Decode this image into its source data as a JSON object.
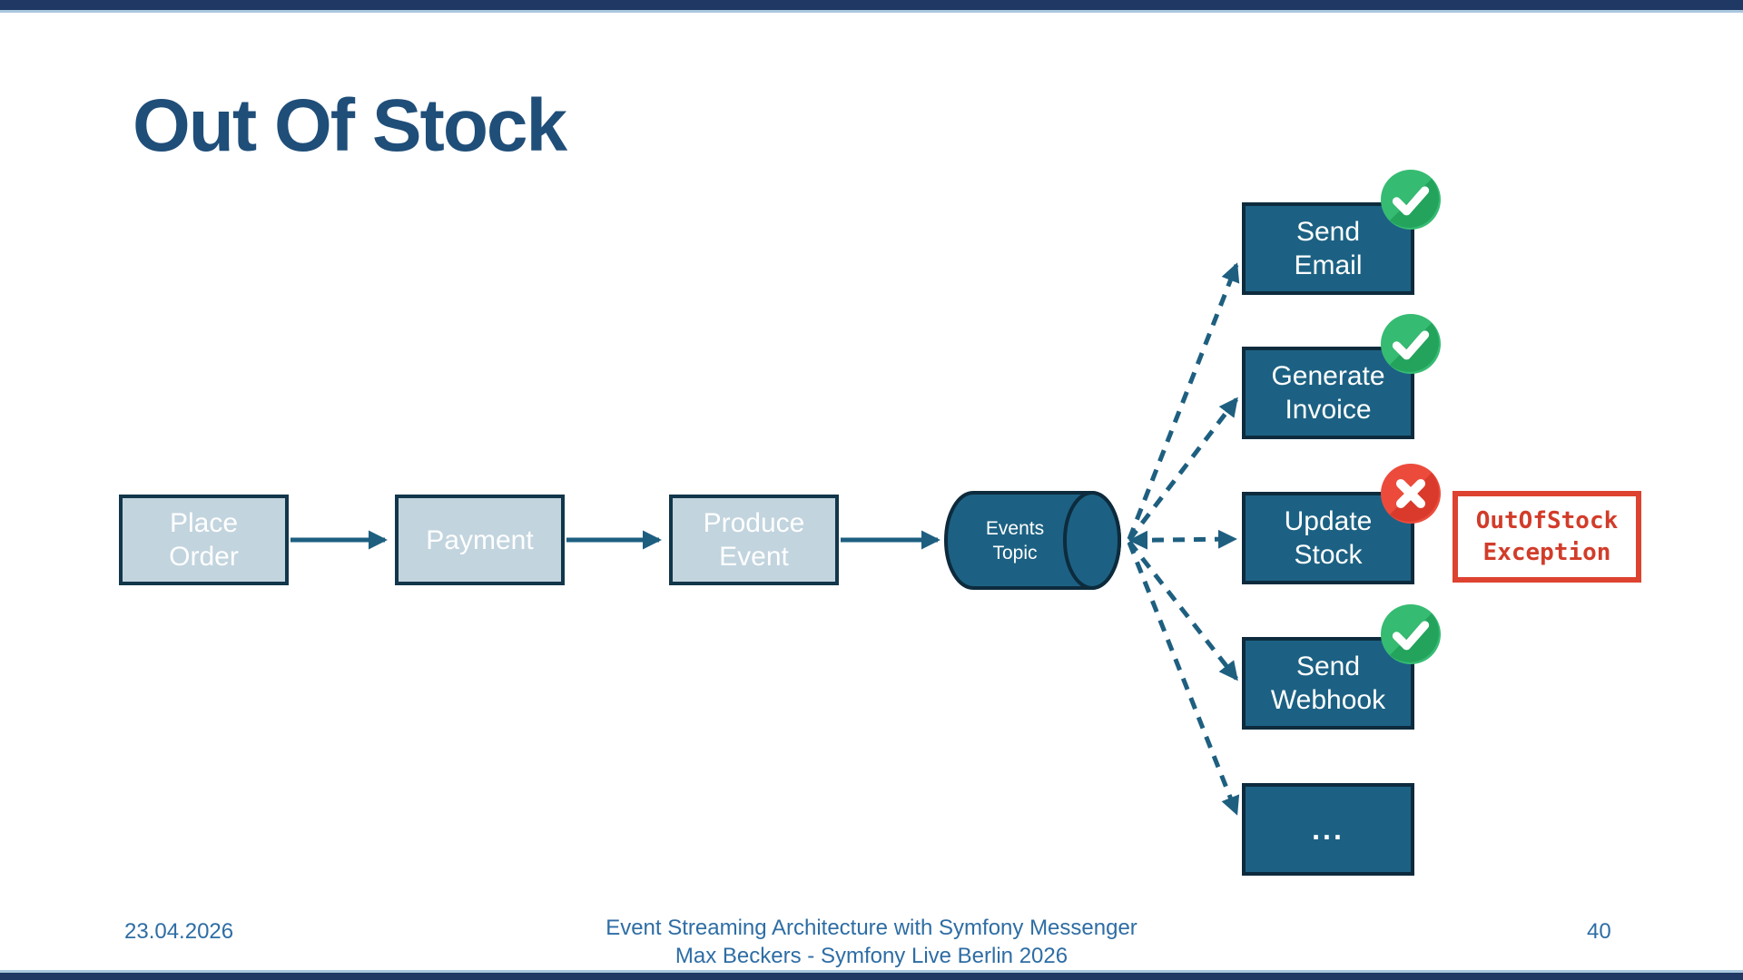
{
  "slide": {
    "title": "Out Of Stock",
    "date": "23.04.2026",
    "footer_line1": "Event Streaming Architecture with Symfony Messenger",
    "footer_line2": "Max Beckers - Symfony Live Berlin 2026",
    "page_number": "40"
  },
  "diagram": {
    "steps": [
      {
        "line1": "Place",
        "line2": "Order"
      },
      {
        "line1": "Payment",
        "line2": ""
      },
      {
        "line1": "Produce",
        "line2": "Event"
      }
    ],
    "topic": {
      "line1": "Events",
      "line2": "Topic"
    },
    "handlers": [
      {
        "line1": "Send",
        "line2": "Email",
        "status": "success"
      },
      {
        "line1": "Generate",
        "line2": "Invoice",
        "status": "success"
      },
      {
        "line1": "Update",
        "line2": "Stock",
        "status": "error"
      },
      {
        "line1": "Send",
        "line2": "Webhook",
        "status": "success"
      },
      {
        "line1": "...",
        "line2": "",
        "status": "none"
      }
    ],
    "exception": {
      "line1": "OutOfStock",
      "line2": "Exception"
    }
  },
  "colors": {
    "bar_navy": "#1F3864",
    "accent_light": "#A9C7DD",
    "title_blue": "#1F4E79",
    "footer_blue": "#2E6DA4",
    "step_fill": "#C2D4DE",
    "step_border": "#12364A",
    "node_fill": "#1C6183",
    "node_border": "#0D2B3D",
    "arrow": "#1E5F80",
    "success_green": "#36BB72",
    "success_green_dark": "#23A35C",
    "error_red": "#EC4B3C",
    "error_red_dark": "#D93A2C",
    "exception_red": "#DD4330"
  }
}
